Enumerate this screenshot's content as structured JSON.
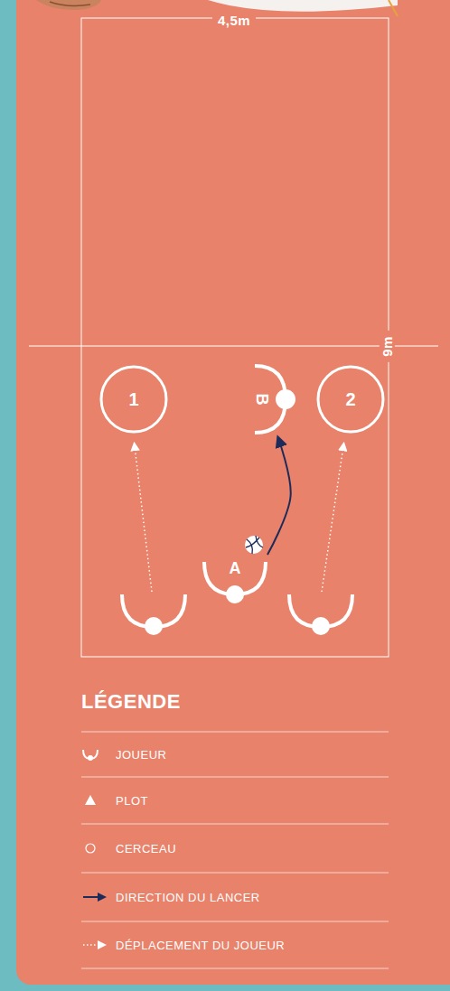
{
  "diagram": {
    "nodes": [
      {
        "text": [
          "1"
        ]
      },
      {
        "text": [
          "B"
        ]
      },
      {
        "text": [
          "2"
        ]
      },
      {
        "text": [
          "A"
        ]
      }
    ],
    "edges": [
      {
        "from": 3,
        "to": 1,
        "arrow": "to"
      }
    ],
    "labels": [
      "4,5m",
      "9m",
      "LÉGENDE"
    ],
    "legend": [
      {
        "text": "JOUEUR"
      },
      {
        "text": "PLOT"
      },
      {
        "text": "CERCEAU"
      },
      {
        "text": "DIRECTION DU LANCER"
      },
      {
        "text": "DÉPLACEMENT DU JOUEUR"
      }
    ]
  }
}
